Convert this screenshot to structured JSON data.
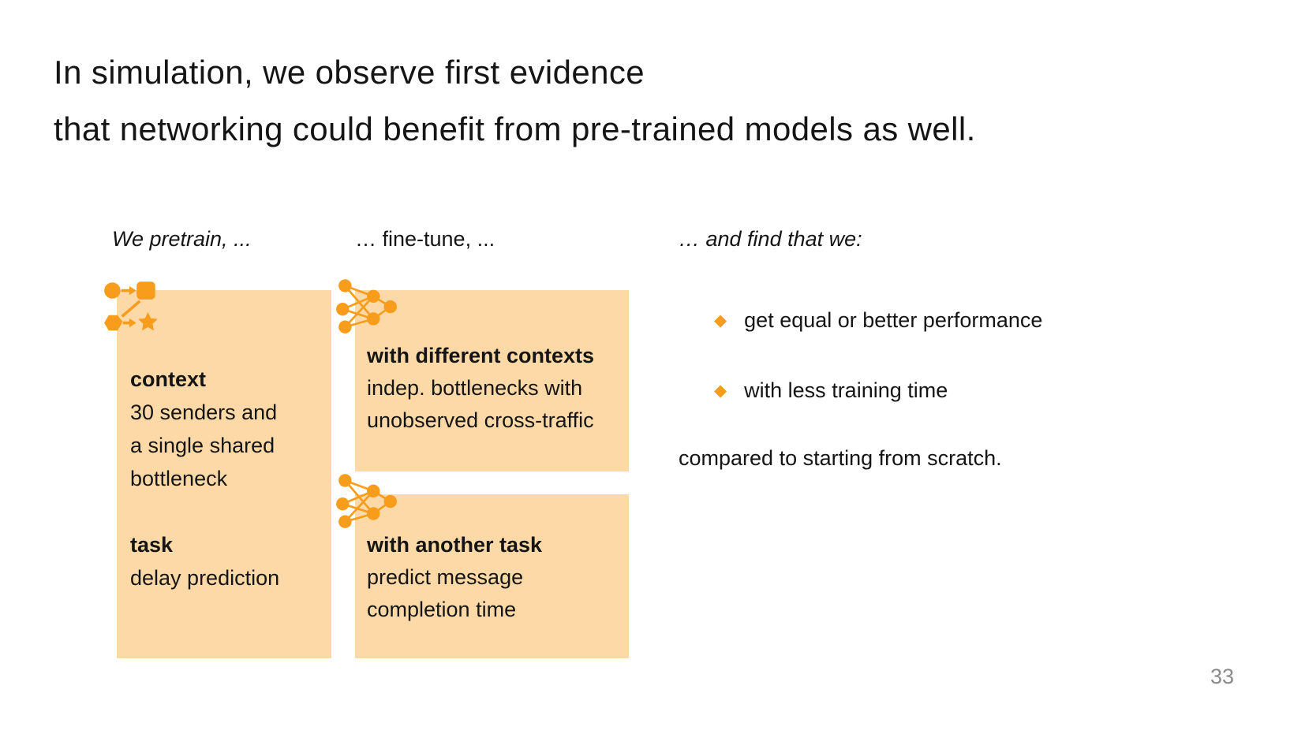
{
  "slide": {
    "title": {
      "line1": "In simulation, we observe first evidence",
      "line2": "that networking could benefit from pre-trained models as well."
    },
    "page_number": "33"
  },
  "colors": {
    "accent_orange": "#F89C1C",
    "box_fill": "#FCD9A6",
    "text_dark": "#151515",
    "page_number_gray": "#8A8A8A"
  },
  "icons": {
    "pretrain": "pretrain-pipeline-icon",
    "finetune": "neural-network-icon",
    "bullet": "diamond-bullet-icon"
  },
  "columns": {
    "pretrain": {
      "header": "We pretrain, ...",
      "box": {
        "heading1": "context",
        "body1": [
          "30 senders and",
          "a single shared",
          "bottleneck"
        ],
        "heading2": "task",
        "body2": [
          "delay prediction"
        ]
      }
    },
    "finetune": {
      "header": "… fine-tune, ...",
      "boxes": [
        {
          "heading": "with different contexts",
          "body": [
            "indep. bottlenecks with",
            "unobserved cross-traffic"
          ]
        },
        {
          "heading": "with another task",
          "body": [
            "predict message",
            "completion time"
          ]
        }
      ]
    },
    "findings": {
      "header": "… and find that we:",
      "bullet_glyph": "◆",
      "bullets": [
        "get equal or better performance",
        "with less training time"
      ],
      "footer": "compared to starting from scratch."
    }
  }
}
